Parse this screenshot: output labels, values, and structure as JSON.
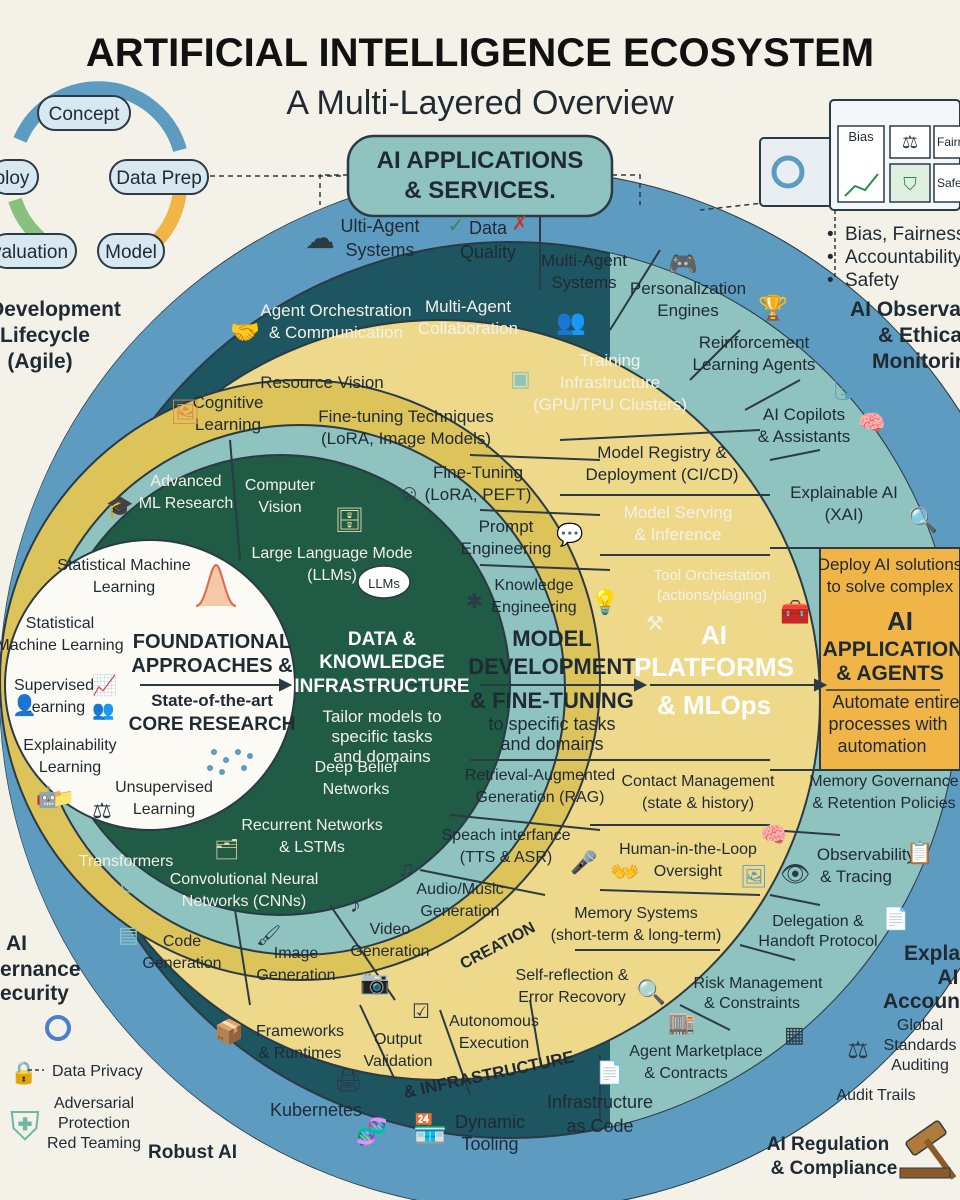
{
  "title": "ARTIFICIAL INTELLIGENCE ECOSYSTEM",
  "subtitle": "A Multi-Layered Overview",
  "top_banner": [
    "AI APPLICATIONS",
    "& SERVICES."
  ],
  "lifecycle": {
    "steps": [
      "Concept",
      "Data Prep",
      "Model",
      "valuation",
      "ploy"
    ],
    "title": [
      "Development",
      "Lifecycle",
      "(Agile)"
    ]
  },
  "observability": {
    "cards": [
      "Bias",
      "Fairne",
      "Safe"
    ],
    "bullets": [
      "Bias, Fairness",
      "Accountability",
      "Safety"
    ],
    "title": [
      "AI Observabi",
      "& Ethical",
      "Monitorin"
    ]
  },
  "left_side": {
    "governance": [
      "AI",
      "ernance",
      "ecurity"
    ],
    "data_privacy": "Data Privacy",
    "adversarial": [
      "Adversarial",
      "Protection",
      "Red Teaming"
    ],
    "robust": "Robust AI"
  },
  "right_side": {
    "explain": [
      "Expla",
      "AI",
      "Accoun"
    ],
    "global": [
      "Global",
      "Standards",
      "Auditing"
    ],
    "audit": "Audit Trails",
    "regulation": [
      "AI Regulation",
      "& Compliance"
    ]
  },
  "core": {
    "title": [
      "FOUNDATIONAL",
      "APPROACHES &"
    ],
    "sub": [
      "State-of-the-art",
      "CORE RESEARCH"
    ],
    "items": {
      "stat1": [
        "Statistical Machine",
        "Learning"
      ],
      "stat2": [
        "Statistical",
        "Machine Learning"
      ],
      "supervised": [
        "Supervised",
        "Learning"
      ],
      "explain": [
        "Explainability",
        "Learning"
      ],
      "unsup": [
        "Unsupervised",
        "Learning"
      ]
    }
  },
  "data_layer": {
    "title": [
      "DATA &",
      "KNOWLEDGE",
      "INFRASTRUCTURE"
    ],
    "sub": [
      "Tailor models to",
      "specific tasks",
      "and domains"
    ],
    "items": {
      "adv": [
        "Advanced",
        "ML Research"
      ],
      "cv": [
        "Computer",
        "Vision"
      ],
      "llm": [
        "Large Language Mode",
        "(LLMs)"
      ],
      "llm_badge": "LLMs",
      "dbn": [
        "Deep Belief",
        "Networks"
      ],
      "rnn": [
        "Recurrent Networks",
        "& LSTMs"
      ],
      "transformers": "Transformers",
      "cnn": [
        "Convolutional Neural",
        "Networks (CNNs)"
      ]
    }
  },
  "model_layer": {
    "title": [
      "MODEL",
      "DEVELOPMENT",
      "& FINE-TUNING"
    ],
    "sub": [
      "to specific tasks",
      "and domains"
    ],
    "items": {
      "resvis": "Resource Vision",
      "cog": [
        "Cognitive",
        "Learning"
      ],
      "ftt": [
        "Fine-tuning Techniques",
        "(LoRA, Image Models)"
      ],
      "ft": [
        "Fine-Tuning",
        "(LoRA, PEFT)"
      ],
      "prompt": [
        "Prompt",
        "Engineering"
      ],
      "know": [
        "Knowledge",
        "Engineering"
      ],
      "rag": [
        "Retrieval-Augmented",
        "Generation (RAG)"
      ],
      "speech": [
        "Speach interfance",
        "(TTS & ASR)"
      ],
      "audio": [
        "Audio/Music",
        "Generation"
      ],
      "creation": "CREATION",
      "code": [
        "Code",
        "Generation"
      ],
      "image": [
        "Image",
        "Generation"
      ],
      "video": [
        "Video",
        "Generation"
      ]
    }
  },
  "platform_layer": {
    "title": [
      "AI",
      "PLATFORMS",
      "& MLOps"
    ],
    "items": {
      "agent_orch": [
        "Agent Orchestration",
        "& Communication"
      ],
      "mac": [
        "Multi-Agent",
        "Collaboration"
      ],
      "training": [
        "Training",
        "Infrastructure",
        "(GPU/TPU Clusters)"
      ],
      "registry": [
        "Model Registry &",
        "Deployment (CI/CD)"
      ],
      "serving": [
        "Model Serving",
        "& Inference"
      ],
      "tool": [
        "Tool Orchestation",
        "(actions/plaging)"
      ],
      "contact": [
        "Contact Management",
        "(state & history)"
      ],
      "hitl": [
        "Human-in-the-Loop",
        "Oversight"
      ],
      "memory": [
        "Memory Systems",
        "(short-term & long-term)"
      ],
      "selfref": [
        "Self-reflection &",
        "Error Recovory"
      ],
      "auto": [
        "Autonomous",
        "Execution"
      ],
      "output": [
        "Output",
        "Validation"
      ],
      "frameworks": [
        "Frameworks",
        "& Runtimes"
      ],
      "infra": "& INFRASTRUCTURE"
    }
  },
  "outer_blue": {
    "ulti": [
      "Ulti-Agent",
      "Systems"
    ],
    "dq": [
      "Data",
      "Quality"
    ],
    "kubernetes": "Kubernetes",
    "dynamic": [
      "Dynamic",
      "Tooling"
    ],
    "iac": [
      "Infrastructure",
      "as Code"
    ]
  },
  "app_layer": {
    "title": [
      "AI",
      "APPLICATIONS",
      "& AGENTS"
    ],
    "top": [
      "Deploy AI solutions",
      "to solve complex"
    ],
    "bottom": [
      "Automate entire",
      "processes with",
      "automation"
    ],
    "items": {
      "mas": [
        "Multi-Agent",
        "Systems"
      ],
      "pers": [
        "Personalization",
        "Engines"
      ],
      "rl": [
        "Reinforcement",
        "Learning Agents"
      ],
      "copilots": [
        "AI Copilots",
        "& Assistants"
      ],
      "xai": [
        "Explainable AI",
        "(XAI)"
      ],
      "memgov": [
        "Memory Governance",
        "& Retention Policies"
      ],
      "obs": [
        "Observability",
        "& Tracing"
      ],
      "deleg": [
        "Delegation &",
        "Handoft Protocol"
      ],
      "risk": [
        "Risk Management",
        "& Constraints"
      ],
      "market": [
        "Agent Marketplace",
        "& Contracts"
      ]
    }
  },
  "colors": {
    "salmon": "#ee9e80",
    "blue": "#5d9cc0",
    "teal": "#1d5560",
    "lightteal": "#8fc3c0",
    "yellow": "#eed98a",
    "olive": "#dcc45a",
    "green": "#1f5b45",
    "orange": "#f0b546"
  }
}
